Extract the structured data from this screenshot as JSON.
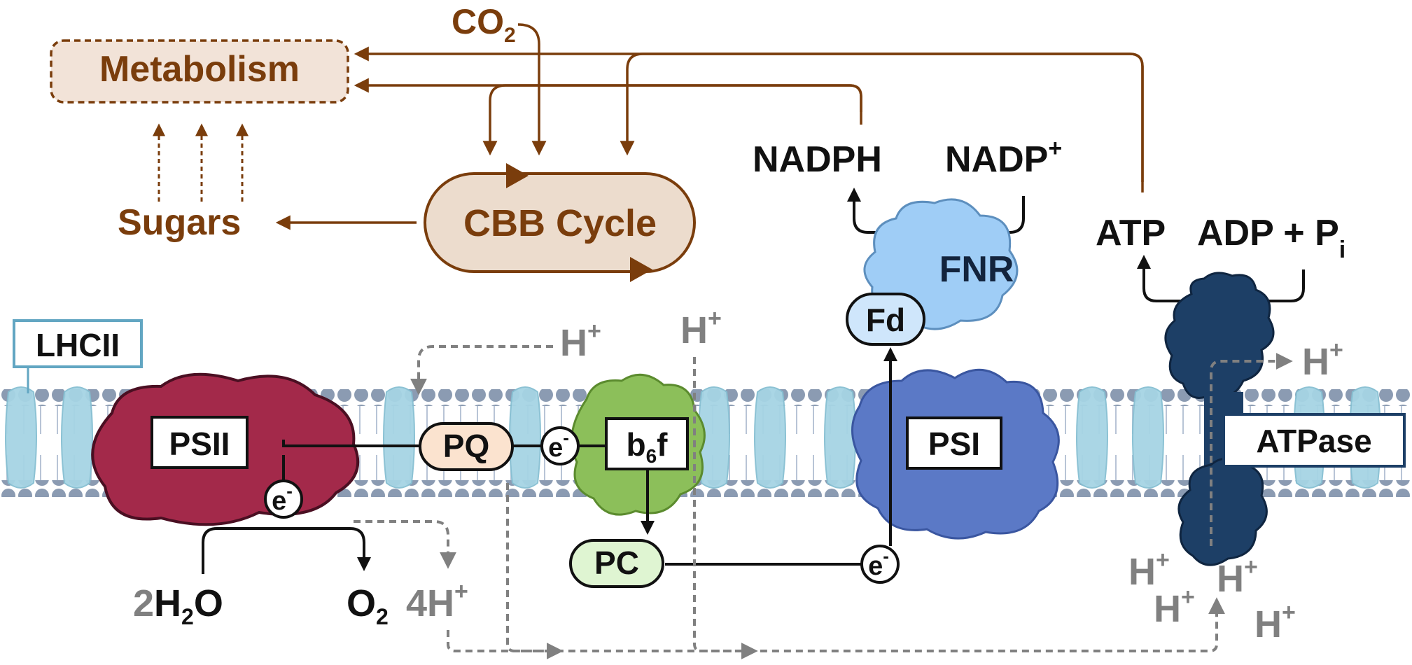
{
  "labels": {
    "metabolism": "Metabolism",
    "co2_main": "CO",
    "co2_sub": "2",
    "sugars": "Sugars",
    "cbb_cycle": "CBB Cycle",
    "nadph": "NADPH",
    "nadp_main": "NADP",
    "nadp_sup": "+",
    "atp": "ATP",
    "adp_main": "ADP + P",
    "adp_sub": "i",
    "fnr": "FNR",
    "fd": "Fd",
    "lhcii": "LHCII",
    "psii": "PSII",
    "pq": "PQ",
    "b6f_main": "b",
    "b6f_sub": "6",
    "b6f_end": "f",
    "psi": "PSI",
    "atpase": "ATPase",
    "pc": "PC",
    "electron": "e",
    "electron_sup": "-",
    "h": "H",
    "h_sup": "+",
    "water_coef": "2",
    "water_main": "H",
    "water_sub": "2",
    "water_end": "O",
    "o2_main": "O",
    "o2_sub": "2",
    "four_h": "4",
    "four_h_main": "H",
    "four_h_sup": "+"
  },
  "colors": {
    "brown": "#7a3d0c",
    "metabolism_fill": "#f2e3d8",
    "cbb_fill": "#ecdccd",
    "black": "#111111",
    "gray": "#808080",
    "psii": "#a3294a",
    "b6f": "#8cbf5a",
    "psi": "#5b79c6",
    "atpase": "#1d3f66",
    "fnr": "#9fcdf6",
    "fd": "#cfe6fb",
    "pq_fill": "#fbe3cf",
    "pc_fill": "#dff5d2",
    "lhc": "#a6d4e4",
    "membrane_bead": "#8b9bb2",
    "lhcii_border": "#62a6c2"
  }
}
